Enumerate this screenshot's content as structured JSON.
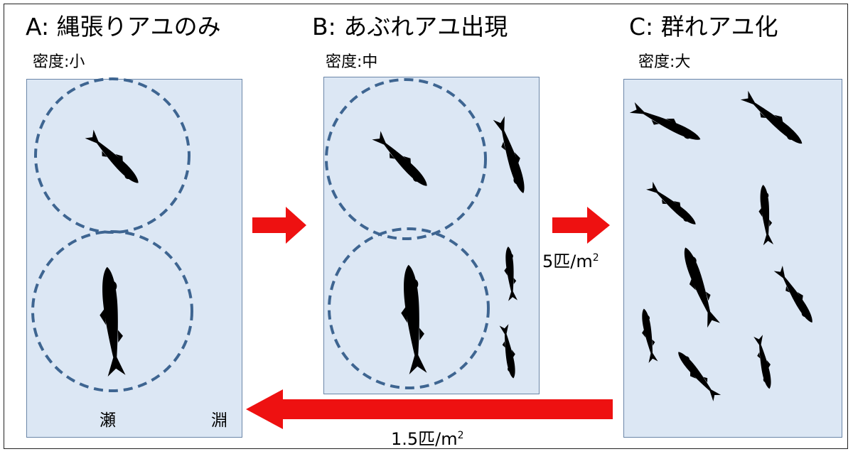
{
  "panels": [
    {
      "title": "A: 縄張りアユのみ",
      "density": "密度:小"
    },
    {
      "title": "B: あぶれアユ出現",
      "density": "密度:中"
    },
    {
      "title": "C: 群れアユ化",
      "density": "密度:大"
    }
  ],
  "habitat": {
    "riffle": "瀬",
    "pool": "淵"
  },
  "transitions": {
    "forward_rate": "5匹/m",
    "forward_exp": "2",
    "backward_rate": "1.5匹/m",
    "backward_exp": "2"
  },
  "colors": {
    "panel_fill": "#dce7f4",
    "territory_ring": "#3e6591",
    "arrow": "#ee1111",
    "fish": "#000000"
  }
}
